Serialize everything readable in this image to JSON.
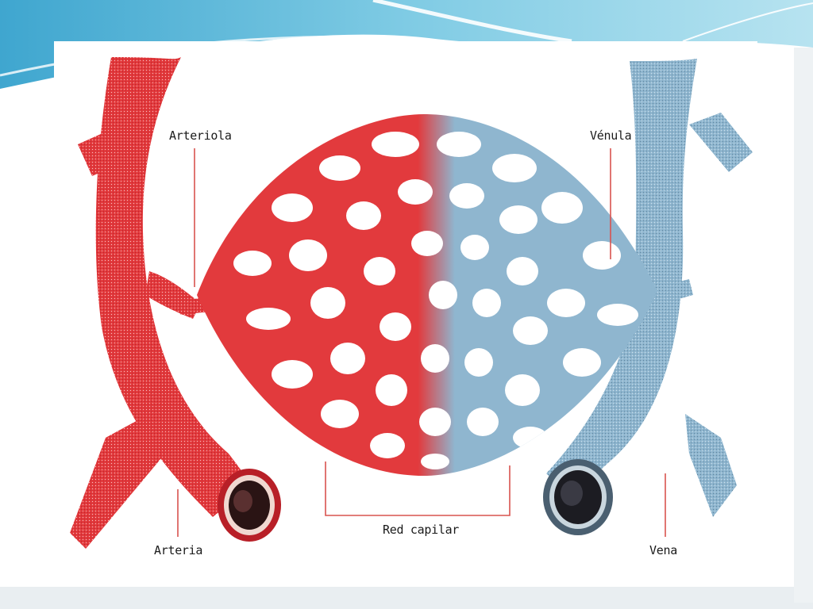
{
  "theme": {
    "sky_top": "#4fb3d6",
    "sky_light": "#a9dcec",
    "artery_red": "#e23a3d",
    "artery_dark": "#b81f27",
    "vein_blue": "#8fb6cf",
    "vein_dark": "#5b7f98",
    "leader_red": "#d9534f"
  },
  "labels": {
    "arteriola": "Arteriola",
    "venula": "Vénula",
    "arteria": "Arteria",
    "vena": "Vena",
    "red_capilar": "Red capilar"
  },
  "icons": {
    "artery": "artery-vessel-icon",
    "vein": "vein-vessel-icon",
    "network": "capillary-network-icon"
  }
}
